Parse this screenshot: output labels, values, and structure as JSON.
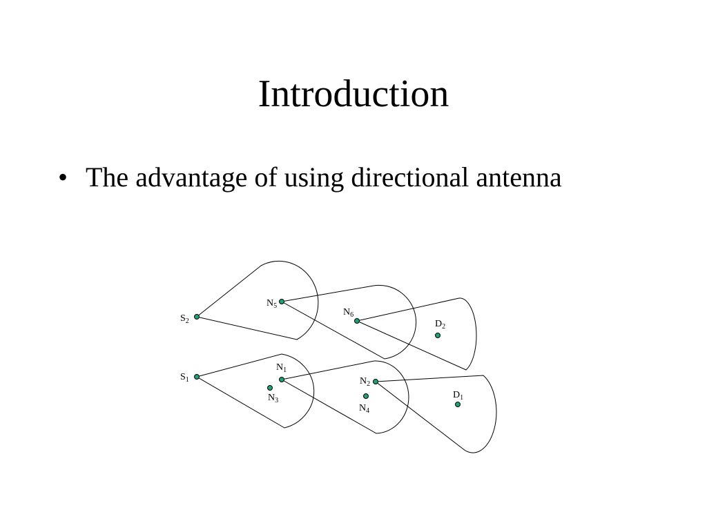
{
  "slide": {
    "title": "Introduction",
    "bullets": [
      {
        "marker": "•",
        "text": "The advantage of using directional antenna"
      }
    ]
  },
  "diagram": {
    "node_color": "#1aa37a",
    "nodes": [
      {
        "id": "S2",
        "letter": "S",
        "sub": "2"
      },
      {
        "id": "N5",
        "letter": "N",
        "sub": "5"
      },
      {
        "id": "N6",
        "letter": "N",
        "sub": "6"
      },
      {
        "id": "D2",
        "letter": "D",
        "sub": "2"
      },
      {
        "id": "S1",
        "letter": "S",
        "sub": "1"
      },
      {
        "id": "N1",
        "letter": "N",
        "sub": "1"
      },
      {
        "id": "N3",
        "letter": "N",
        "sub": "3"
      },
      {
        "id": "N2",
        "letter": "N",
        "sub": "2"
      },
      {
        "id": "N4",
        "letter": "N",
        "sub": "4"
      },
      {
        "id": "D1",
        "letter": "D",
        "sub": "1"
      }
    ]
  }
}
